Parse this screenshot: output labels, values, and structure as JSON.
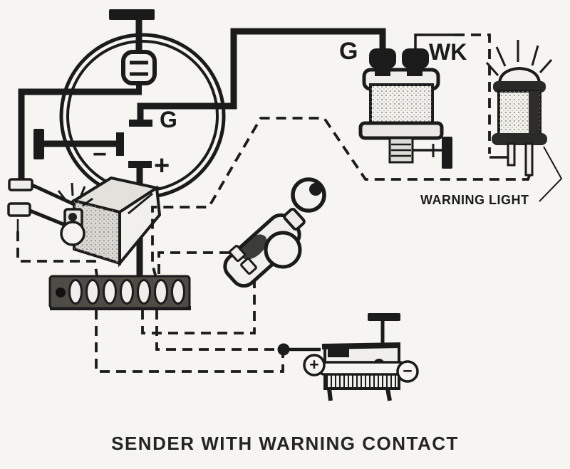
{
  "page": {
    "background": "#f6f5f2",
    "ink": "#1b1b1b"
  },
  "caption": "SENDER WITH WARNING CONTACT",
  "labels": {
    "gauge_g": "G",
    "gauge_minus": "−",
    "gauge_plus": "+",
    "sender_g": "G",
    "sender_wk": "WK",
    "warning_light": "WARNING LIGHT",
    "battery_plus": "+",
    "battery_minus": "−"
  },
  "components": [
    {
      "name": "gauge-with-warning-lamp"
    },
    {
      "name": "ground-symbol-gauge-top"
    },
    {
      "name": "ground-symbol-gauge-left"
    },
    {
      "name": "pressure-sender"
    },
    {
      "name": "ground-symbol-sender"
    },
    {
      "name": "warning-light-bulb"
    },
    {
      "name": "ignition-switch-with-key"
    },
    {
      "name": "lighted-rocker-switch"
    },
    {
      "name": "switch-indicator-bulb"
    },
    {
      "name": "terminal-strip"
    },
    {
      "name": "battery"
    },
    {
      "name": "ground-symbol-battery"
    },
    {
      "name": "junction-dot"
    }
  ]
}
